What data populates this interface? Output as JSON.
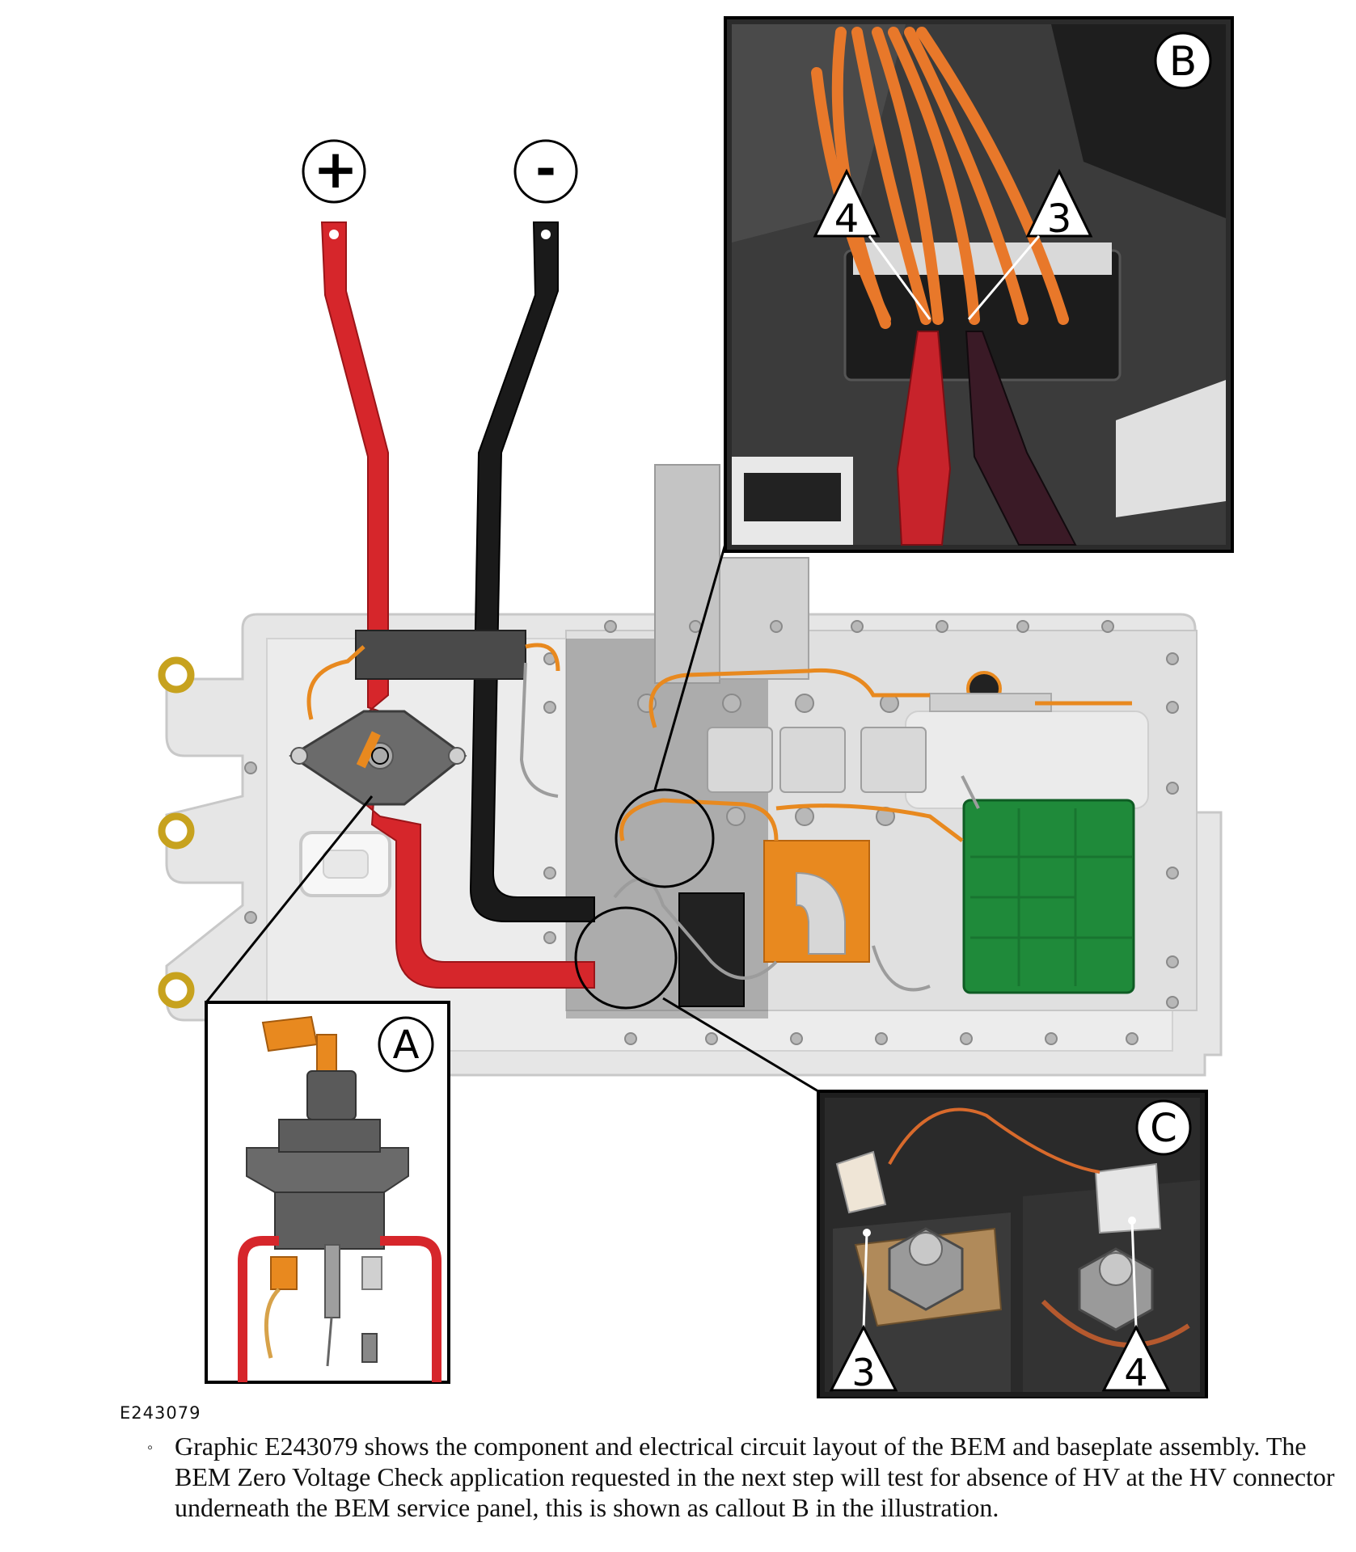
{
  "terminals": {
    "positive": "+",
    "negative": "-"
  },
  "callouts": {
    "a": "A",
    "b": "B",
    "c": "C"
  },
  "pins": {
    "b_left": "4",
    "b_right": "3",
    "c_left": "3",
    "c_right": "4"
  },
  "figure_id": "E243079",
  "caption": {
    "bullet": "◦",
    "text": "Graphic E243079 shows the component and electrical circuit layout of the BEM and baseplate assembly. The BEM Zero Voltage Check application requested in the next step will test for absence of HV at the HV connector underneath the BEM service panel, this is shown as callout B in the illustration."
  },
  "colors": {
    "positive_busbar": "#d6262b",
    "negative_busbar": "#1a1a1a",
    "wiring": "#e8891f",
    "pcb": "#1f8a3a",
    "baseplate": "#e4e4e4"
  }
}
